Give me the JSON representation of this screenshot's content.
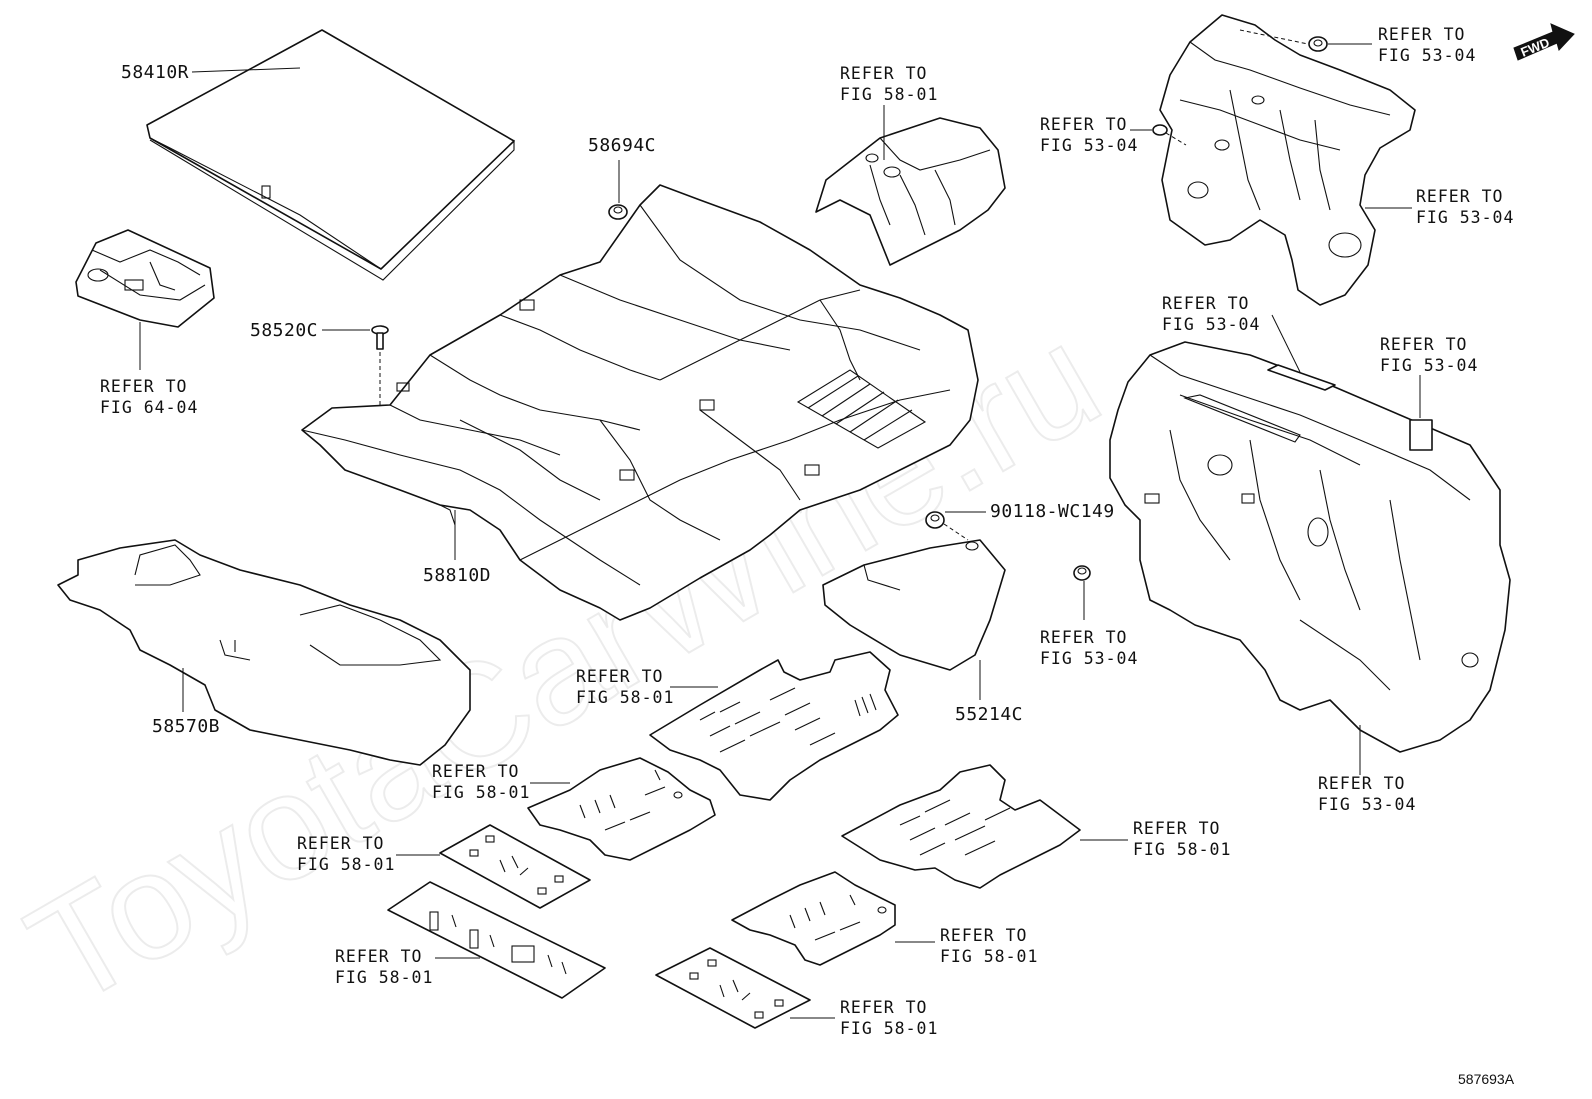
{
  "watermark": "ToyotaCarWine.ru",
  "fwd_label": "FWD",
  "diagram_id": "587693A",
  "part_numbers": {
    "tonneau_board": "58410R",
    "clip_top": "58694C",
    "clip_screw": "58520C",
    "floor_carpet": "58810D",
    "floor_silencer": "58570B",
    "grommet": "90118-WC149",
    "insulator_pad": "55214C"
  },
  "refs": {
    "upper_center": [
      "REFER TO",
      "FIG 58-01"
    ],
    "tray": [
      "REFER TO",
      "FIG 64-04"
    ],
    "top_right_1": [
      "REFER TO",
      "FIG 53-04"
    ],
    "top_right_2": [
      "REFER TO",
      "FIG 53-04"
    ],
    "top_right_3": [
      "REFER TO",
      "FIG 53-04"
    ],
    "dash_top": [
      "REFER TO",
      "FIG 53-04"
    ],
    "dash_right": [
      "REFER TO",
      "FIG 53-04"
    ],
    "plug": [
      "REFER TO",
      "FIG 53-04"
    ],
    "dash_bottom": [
      "REFER TO",
      "FIG 53-04"
    ],
    "mat_1": [
      "REFER TO",
      "FIG 58-01"
    ],
    "mat_2": [
      "REFER TO",
      "FIG 58-01"
    ],
    "mat_3": [
      "REFER TO",
      "FIG 58-01"
    ],
    "mat_4": [
      "REFER TO",
      "FIG 58-01"
    ],
    "mat_5": [
      "REFER TO",
      "FIG 58-01"
    ],
    "mat_6": [
      "REFER TO",
      "FIG 58-01"
    ],
    "mat_7": [
      "REFER TO",
      "FIG 58-01"
    ]
  }
}
